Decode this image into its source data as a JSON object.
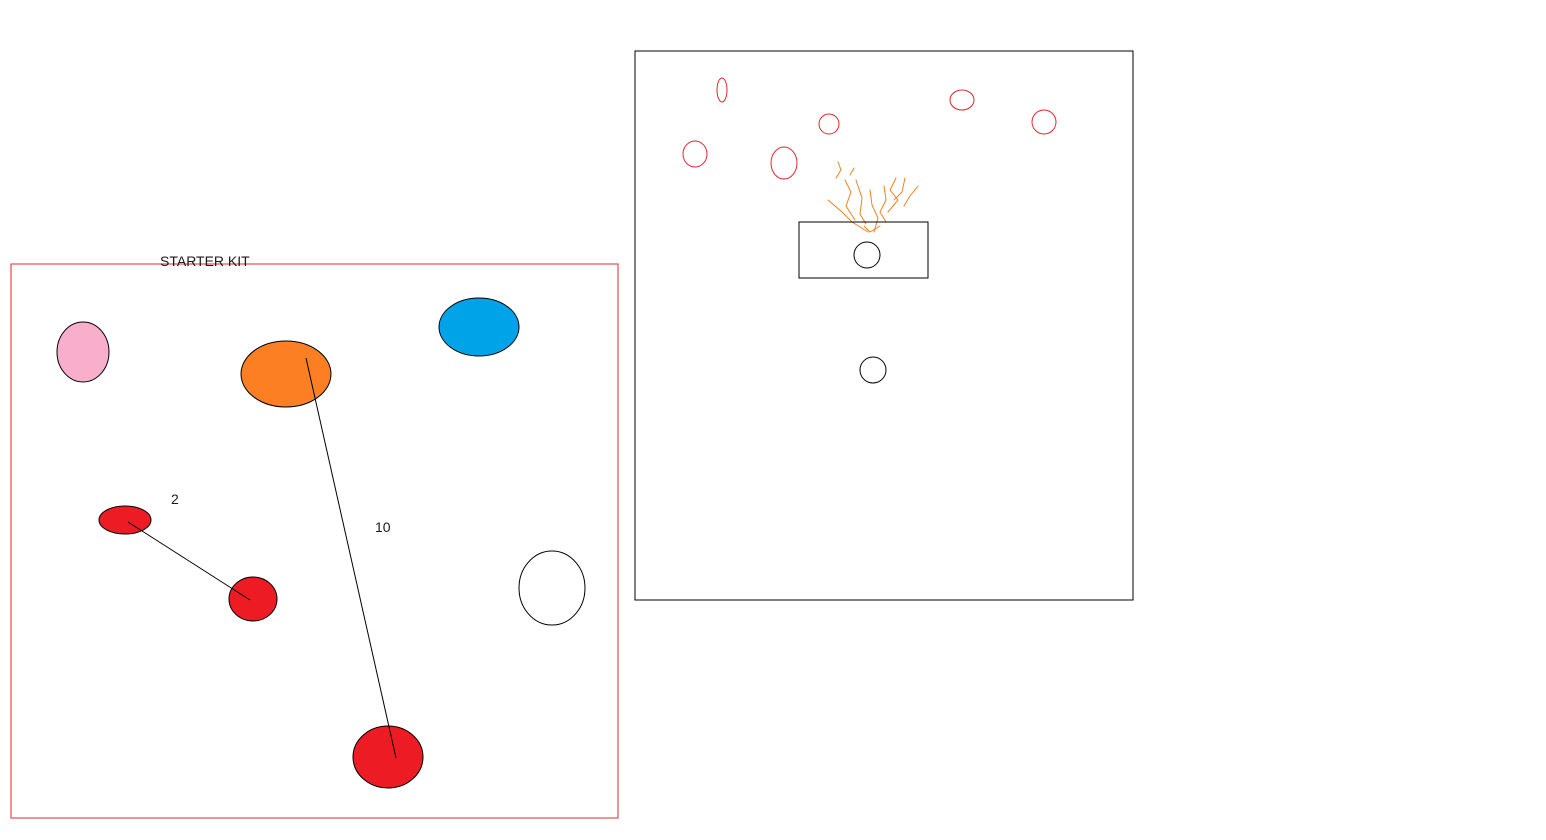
{
  "starter_kit": {
    "title": "STARTER KIT",
    "line_labels": [
      "2",
      "10"
    ]
  },
  "colors": {
    "sketch_stroke": "#000000",
    "starter_frame": "#e0262e",
    "pink": "#f9aecb",
    "orange": "#fd7f23",
    "blue": "#00a2e8",
    "red": "#ed1c24",
    "white": "#ffffff",
    "flame": "#f08020",
    "outline_red": "#e0262e",
    "panel_border": "#000000"
  }
}
